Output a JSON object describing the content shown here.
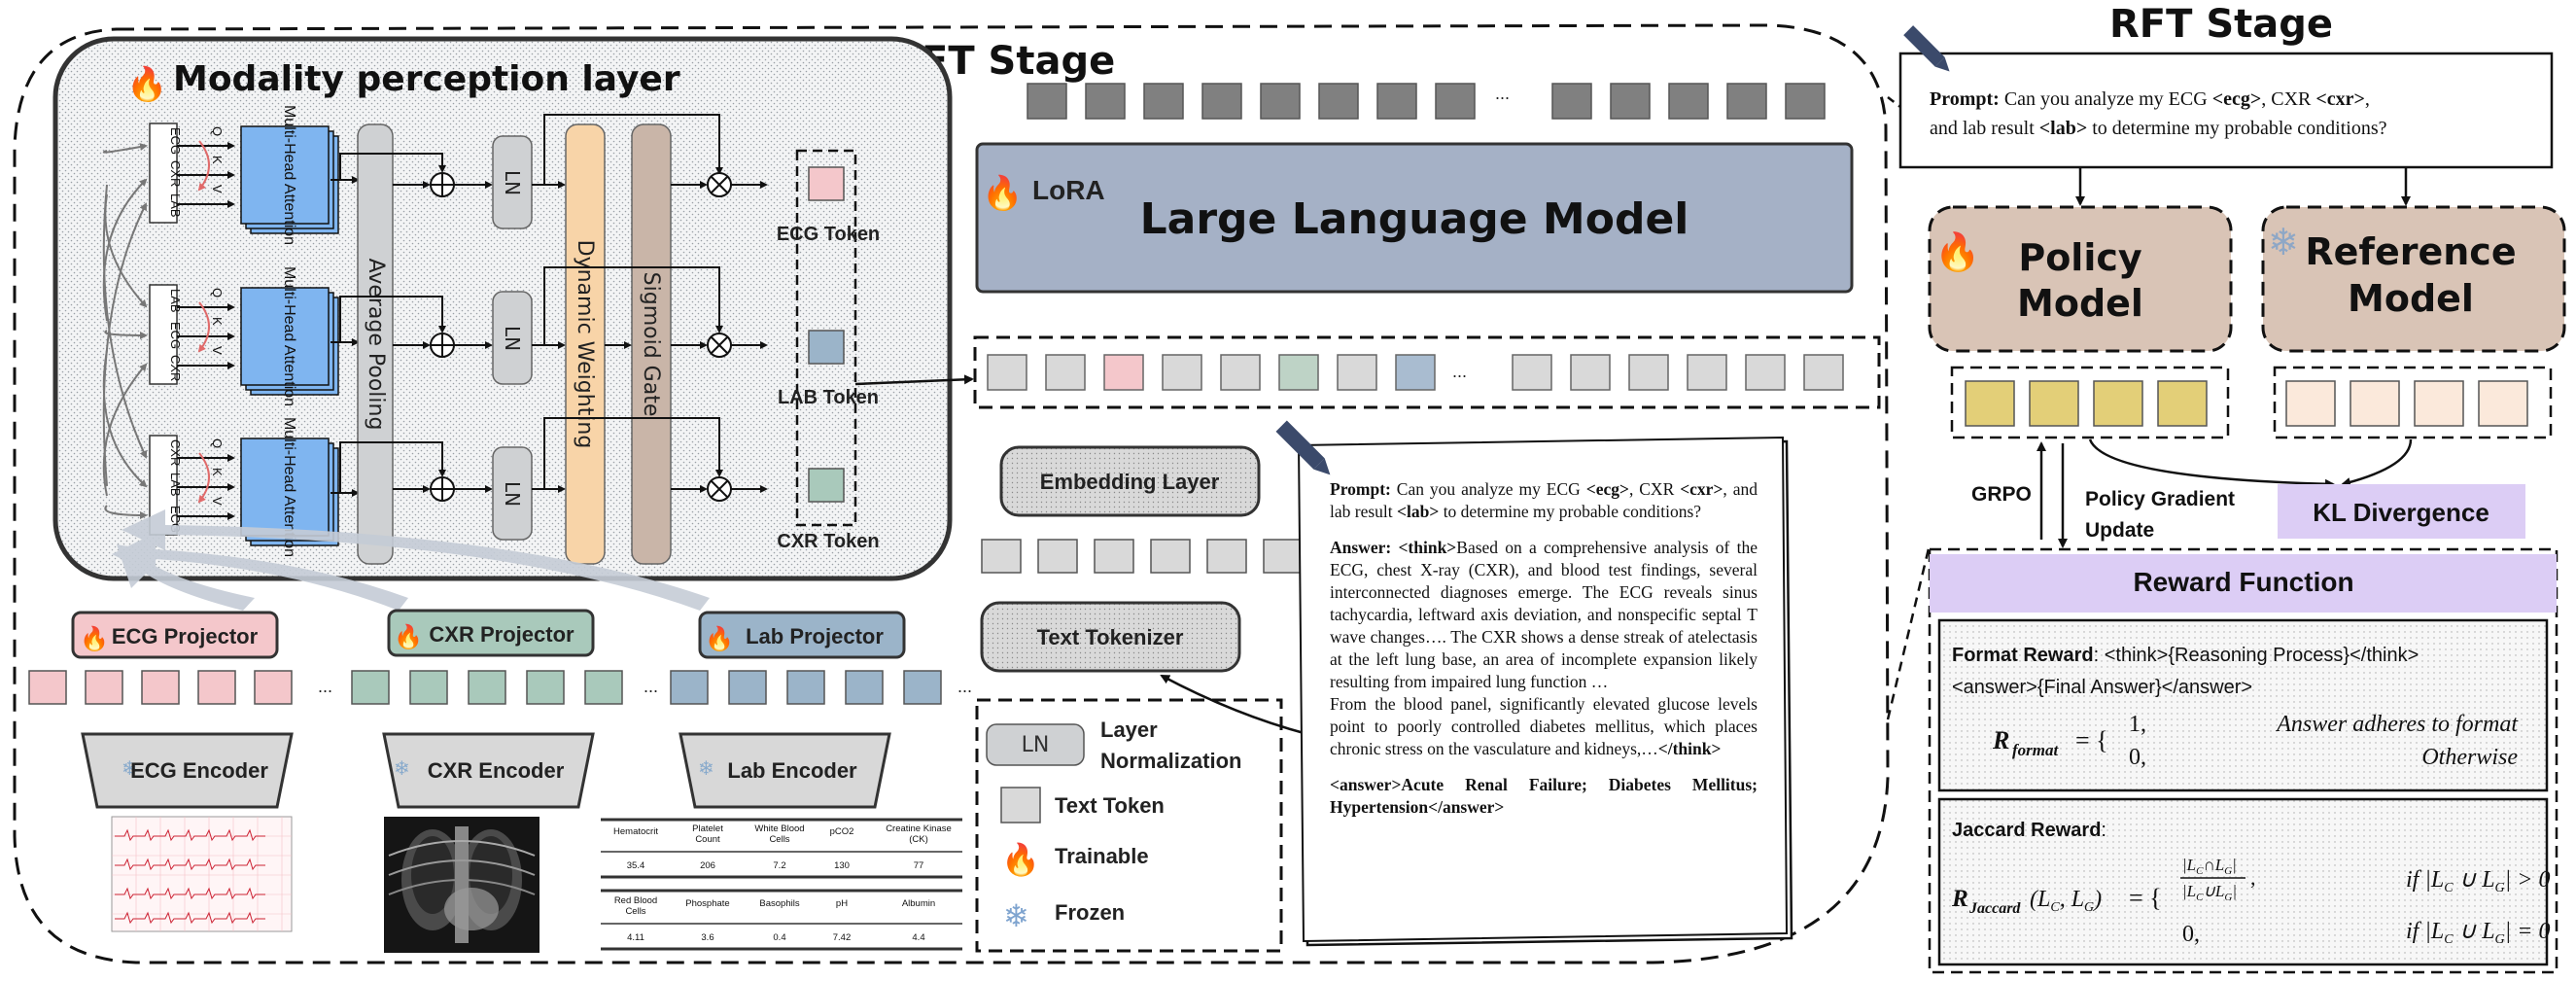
{
  "stages": {
    "pt_sft": "PT/SFT Stage",
    "rft": "RFT Stage"
  },
  "modality": {
    "title": "Modality perception layer",
    "rows": [
      {
        "order": [
          "ECG",
          "CXR",
          "LAB"
        ],
        "token": "ECG Token"
      },
      {
        "order": [
          "LAB",
          "ECG",
          "CXR"
        ],
        "token": "LAB Token"
      },
      {
        "order": [
          "CXR",
          "LAB",
          "ECG"
        ],
        "token": "CXR Token"
      }
    ],
    "qkv": [
      "Q",
      "K",
      "V"
    ],
    "mha": "Multi-Head Attention",
    "avg_pool": "Average Pooling",
    "ln": "LN",
    "dyn_weight": "Dynamic Weighting",
    "sig_gate": "Sigmoid Gate"
  },
  "projectors": [
    "ECG Projector",
    "CXR Projector",
    "Lab Projector"
  ],
  "encoders": [
    "ECG Encoder",
    "CXR Encoder",
    "Lab Encoder"
  ],
  "lab_table": {
    "row1_headers": [
      "Hematocrit",
      "Platelet Count",
      "White Blood Cells",
      "pCO2",
      "Creatine Kinase (CK)"
    ],
    "row1_values": [
      "35.4",
      "206",
      "7.2",
      "130",
      "77"
    ],
    "row2_headers": [
      "Red Blood Cells",
      "Phosphate",
      "Basophils",
      "pH",
      "Albumin"
    ],
    "row2_values": [
      "4.11",
      "3.6",
      "0.4",
      "7.42",
      "4.4"
    ]
  },
  "llm": {
    "title": "Large Language Model",
    "lora": "LoRA",
    "embedding": "Embedding Layer",
    "tokenizer": "Text Tokenizer",
    "ellipsis": "..."
  },
  "legend": {
    "ln_label": "LN",
    "ln_text_1": "Layer",
    "ln_text_2": "Normalization",
    "token": "Text Token",
    "trainable": "Trainable",
    "frozen": "Frozen"
  },
  "qa": {
    "prompt_label": "Prompt:",
    "prompt_text_1": "Can you analyze my ECG",
    "ecg_tag": "<ecg>",
    "prompt_text_2": ", CXR",
    "cxr_tag": "<cxr>",
    "prompt_text_3": ",",
    "prompt_text_4": "and lab result",
    "lab_tag": "<lab>",
    "prompt_text_5": "to determine my probable conditions?",
    "answer_label": "Answer:",
    "think_open": "<think>",
    "answer_p1": "Based on a comprehensive analysis of the ECG, chest X-ray (CXR), and blood test findings, several interconnected diagnoses emerge. The ECG reveals sinus tachycardia, leftward axis deviation, and nonspecific septal T wave changes…. The CXR shows a dense streak of atelectasis at the left lung base, an area of incomplete expansion likely resulting from impaired lung function …",
    "answer_p2": "From the blood panel, significantly elevated glucose levels point to poorly controlled diabetes mellitus, which places chronic stress on the vasculature and kidneys,…",
    "think_close": "</think>",
    "final_answer": "<answer>Acute Renal Failure; Diabetes Mellitus; Hypertension</answer>"
  },
  "rft": {
    "prompt_label": "Prompt:",
    "prompt_line1": "Can you analyze my ECG",
    "ecg_tag": "<ecg>",
    "prompt_cxr": ", CXR",
    "cxr_tag": "<cxr>",
    "prompt_comma": ",",
    "prompt_line2a": "and lab result",
    "lab_tag": "<lab>",
    "prompt_line2b": "to determine my probable conditions?",
    "policy": [
      "Policy",
      "Model"
    ],
    "reference": [
      "Reference",
      "Model"
    ],
    "grpo": "GRPO",
    "pg_update": [
      "Policy Gradient",
      "Update"
    ],
    "kl": "KL Divergence",
    "reward_fn": "Reward Function",
    "format_reward_label": "Format Reward",
    "format_reward_text": "<think>{Reasoning Process}</think>",
    "format_reward_text2": "<answer>{Final Answer}</answer>",
    "format_one": "1,",
    "format_zero": "0,",
    "format_cond1": "Answer adheres to format",
    "format_cond2": "Otherwise",
    "jaccard_label": "Jaccard Reward",
    "jaccard_zero": "0,",
    "jaccard_cond1": "if |L",
    "jaccard_cond2": "if |L"
  },
  "colors": {
    "ecg_pink": "#f4c7cb",
    "cxr_green": "#a9c9bb",
    "lab_blue": "#9bb4c9",
    "mha_blue": "#7fb5f0",
    "dyn_orange": "#f8d4a8",
    "sig_brown": "#c9b5a8",
    "llm_gray": "#a5b1c6",
    "policy_tan": "#d9c4b6",
    "reward_purple": "#dccdf5",
    "policy_token_yellow": "#e3cf78",
    "ref_token_peach": "#fbe9db"
  }
}
